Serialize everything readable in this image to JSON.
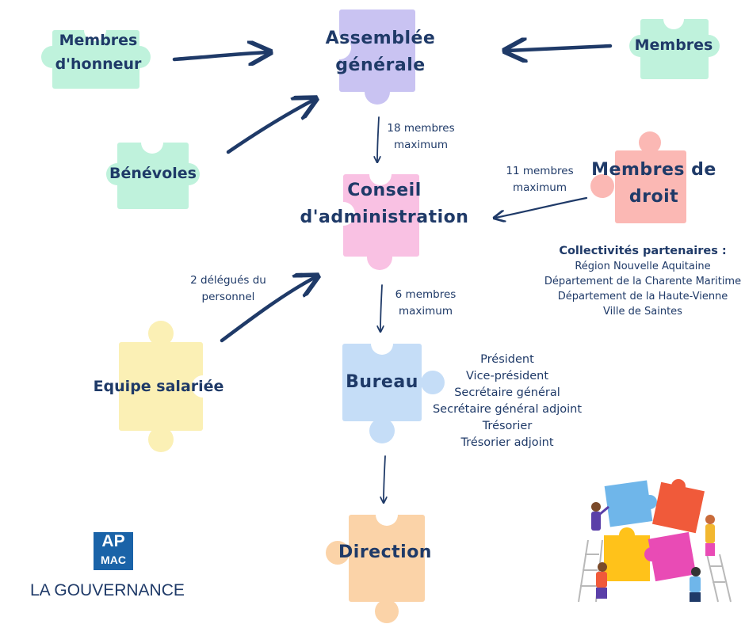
{
  "nodes": {
    "assemblee": "Assemblée\ngénérale",
    "conseil": "Conseil\nd'administration",
    "bureau": "Bureau",
    "direction": "Direction",
    "membres_honneur": "Membres\nd'honneur",
    "membres": "Membres",
    "benevoles": "Bénévoles",
    "membres_droit": "Membres de\ndroit",
    "equipe": "Equipe salariée"
  },
  "edge_labels": {
    "ag_to_ca": "18 membres\nmaximum",
    "droit_to_ca": "11 membres\nmaximum",
    "personnel_to_ca": "2 délégués du\npersonnel",
    "ca_to_bureau": "6 membres\nmaximum"
  },
  "bureau_roles": [
    "Président",
    "Vice-président",
    "Secrétaire général",
    "Secrétaire général adjoint",
    "Trésorier",
    "Trésorier adjoint"
  ],
  "collectivites": {
    "title": "Collectivités partenaires :",
    "items": [
      "Région Nouvelle Aquitaine",
      "Département de la Charente Maritime",
      "Département de la Haute-Vienne",
      "Ville de Saintes"
    ]
  },
  "logo": {
    "line1": "AP",
    "line2": "MAC",
    "caption": "LA GOUVERNANCE"
  },
  "colors": {
    "text": "#1f3a68",
    "arrow": "#1f3a68",
    "lavender": "#c9c3f2",
    "mint": "#bff2dc",
    "pink": "#f9c1e3",
    "salmon": "#fbb8b4",
    "yellow": "#fbf0b5",
    "blue": "#c5ddf7",
    "peach": "#fbd3a8",
    "logo": "#1a63a8"
  }
}
